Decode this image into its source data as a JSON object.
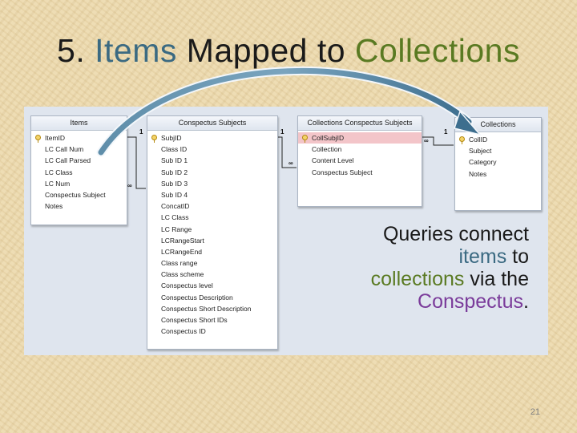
{
  "slide": {
    "title_prefix": "5. ",
    "title_word_items": "Items",
    "title_middle": " Mapped to ",
    "title_word_collections": "Collections",
    "page_number": "21",
    "colors": {
      "items": "#3b6a82",
      "collections": "#5a7a22",
      "conspectus": "#7a3b9a",
      "arrow": "#3d6e8e"
    }
  },
  "caption": {
    "line1": "Queries connect",
    "line2_word": "items",
    "line2_rest": " to",
    "line3_word": "collections",
    "line3_rest": " via the",
    "line4_word": "Conspectus",
    "line4_rest": "."
  },
  "tables": {
    "items": {
      "title": "Items",
      "fields": [
        "ItemID",
        "LC Call Num",
        "LC Call Parsed",
        "LC Class",
        "LC Num",
        "Conspectus Subject",
        "Notes"
      ]
    },
    "conspectus_subjects": {
      "title": "Conspectus Subjects",
      "fields": [
        "SubjID",
        "Class ID",
        "Sub ID 1",
        "Sub ID 2",
        "Sub ID 3",
        "Sub ID 4",
        "ConcatID",
        "LC Class",
        "LC Range",
        "LCRangeStart",
        "LCRangeEnd",
        "Class range",
        "Class scheme",
        "Conspectus level",
        "Conspectus Description",
        "Conspectus Short Description",
        "Conspectus Short IDs",
        "Conspectus ID"
      ]
    },
    "collections_conspectus_subjects": {
      "title": "Collections Conspectus Subjects",
      "fields": [
        "CollSubjID",
        "Collection",
        "Content Level",
        "Conspectus Subject"
      ]
    },
    "collections": {
      "title": "Collections",
      "fields": [
        "CollID",
        "Subject",
        "Category",
        "Notes"
      ]
    }
  },
  "relationships": {
    "one": "1",
    "many": "∞"
  }
}
